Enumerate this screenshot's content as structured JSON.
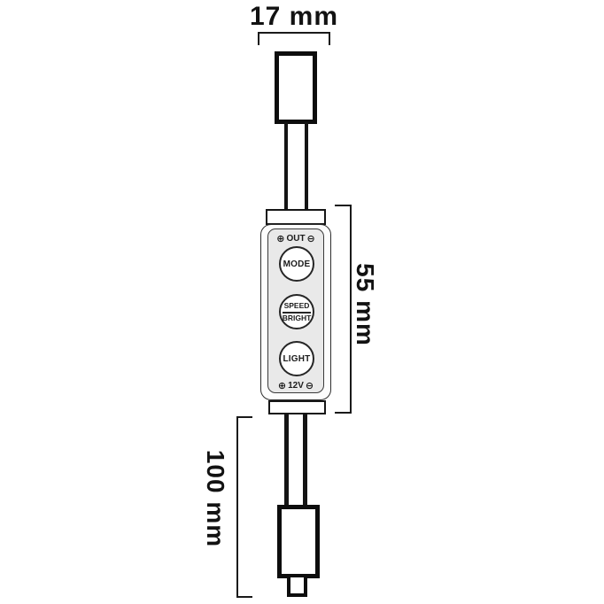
{
  "diagram": {
    "dimensions": {
      "top_width": "17 mm",
      "controller_length": "55 mm",
      "wire_length": "100 mm"
    },
    "controller": {
      "out_terminal": {
        "plus": "⊕",
        "label": "OUT",
        "minus": "⊖"
      },
      "buttons": {
        "mode": "MODE",
        "speed": "SPEED",
        "bright": "BRIGHT",
        "light": "LIGHT"
      },
      "power_terminal": {
        "plus": "⊕",
        "label": "12V",
        "minus": "⊖"
      }
    },
    "colors": {
      "stroke": "#111111",
      "panel_fill": "#e9e9e9",
      "background": "#ffffff"
    }
  }
}
